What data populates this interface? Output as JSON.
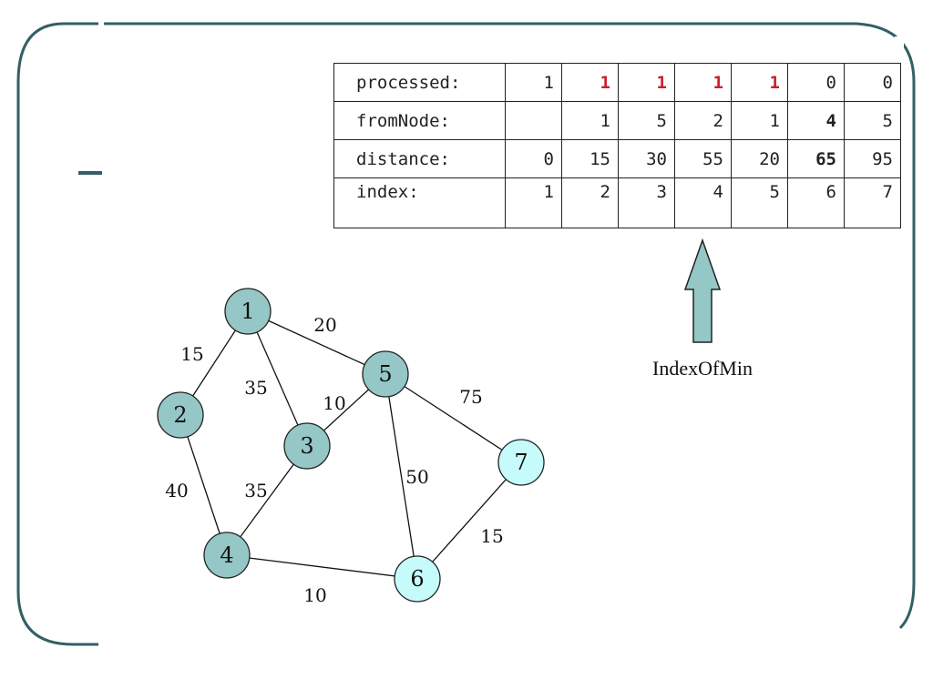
{
  "table": {
    "rows": [
      {
        "label": "processed:",
        "cells": [
          "1",
          "1",
          "1",
          "1",
          "1",
          "0",
          "0"
        ],
        "styles": [
          "",
          "red",
          "red",
          "red",
          "red",
          "",
          ""
        ]
      },
      {
        "label": "fromNode:",
        "cells": [
          "",
          "1",
          "5",
          "2",
          "1",
          "4",
          "5"
        ],
        "styles": [
          "",
          "",
          "",
          "",
          "",
          "bold",
          ""
        ]
      },
      {
        "label": "distance:",
        "cells": [
          "0",
          "15",
          "30",
          "55",
          "20",
          "65",
          "95"
        ],
        "styles": [
          "",
          "",
          "",
          "",
          "",
          "bold",
          ""
        ]
      },
      {
        "label": "index:",
        "cells": [
          "1",
          "2",
          "3",
          "4",
          "5",
          "6",
          "7"
        ],
        "styles": [
          "",
          "",
          "",
          "",
          "",
          "",
          ""
        ]
      }
    ]
  },
  "pointer": {
    "label": "IndexOfMin"
  },
  "graph": {
    "nodes": [
      {
        "id": "1",
        "status": "processed"
      },
      {
        "id": "2",
        "status": "processed"
      },
      {
        "id": "3",
        "status": "processed"
      },
      {
        "id": "4",
        "status": "processed"
      },
      {
        "id": "5",
        "status": "processed"
      },
      {
        "id": "6",
        "status": "unprocessed"
      },
      {
        "id": "7",
        "status": "unprocessed"
      }
    ],
    "edges": [
      {
        "from": "1",
        "to": "2",
        "weight": "15"
      },
      {
        "from": "1",
        "to": "5",
        "weight": "20"
      },
      {
        "from": "1",
        "to": "3",
        "weight": "35"
      },
      {
        "from": "3",
        "to": "5",
        "weight": "10"
      },
      {
        "from": "5",
        "to": "7",
        "weight": "75"
      },
      {
        "from": "2",
        "to": "4",
        "weight": "40"
      },
      {
        "from": "3",
        "to": "4",
        "weight": "35"
      },
      {
        "from": "5",
        "to": "6",
        "weight": "50"
      },
      {
        "from": "7",
        "to": "6",
        "weight": "15"
      },
      {
        "from": "4",
        "to": "6",
        "weight": "10"
      }
    ]
  },
  "colors": {
    "frame": "#335f66",
    "processed_fill": "#94c7c5",
    "unprocessed_fill": "#c6fbfb",
    "arrow_fill": "#94c7c5",
    "highlight_red": "#cc1e2e"
  }
}
